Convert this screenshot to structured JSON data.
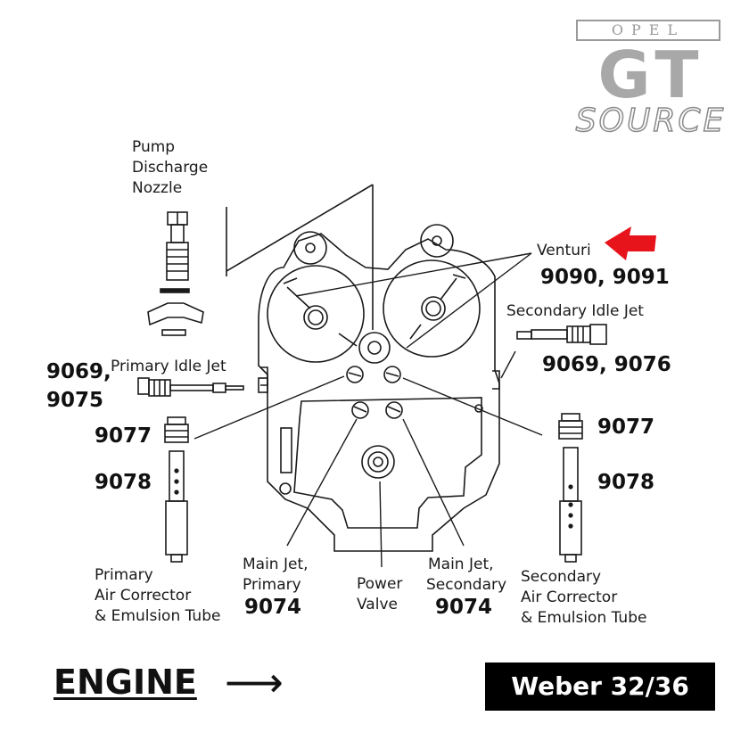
{
  "logo": {
    "line1": "OPEL",
    "line2": "GT",
    "line3": "SOURCE"
  },
  "labels": {
    "pump_discharge": [
      "Pump",
      "Discharge",
      "Nozzle"
    ],
    "venturi": "Venturi",
    "secondary_idle_jet": "Secondary Idle Jet",
    "primary_idle_jet": "Primary Idle Jet",
    "primary_air_corrector": [
      "Primary",
      "Air Corrector",
      "& Emulsion Tube"
    ],
    "main_jet_primary": [
      "Main Jet,",
      "Primary"
    ],
    "power_valve": [
      "Power",
      "Valve"
    ],
    "main_jet_secondary": [
      "Main Jet,",
      "Secondary"
    ],
    "secondary_air_corrector": [
      "Secondary",
      "Air Corrector",
      "& Emulsion Tube"
    ]
  },
  "part_numbers": {
    "venturi": "9090, 9091",
    "secondary_idle_jet": "9069, 9076",
    "primary_idle_jet": [
      "9069,",
      "9075"
    ],
    "left_air_corrector_top": "9077",
    "left_emulsion": "9078",
    "right_air_corrector_top": "9077",
    "right_emulsion": "9078",
    "main_jet_primary": "9074",
    "main_jet_secondary": "9074"
  },
  "footer": {
    "engine": "ENGINE",
    "engine_arrow": "⟶",
    "model": "Weber 32/36"
  },
  "colors": {
    "pointer_arrow": "#e8141c",
    "line": "#1a1a1a",
    "logo_gray": "#a8a8a8"
  }
}
